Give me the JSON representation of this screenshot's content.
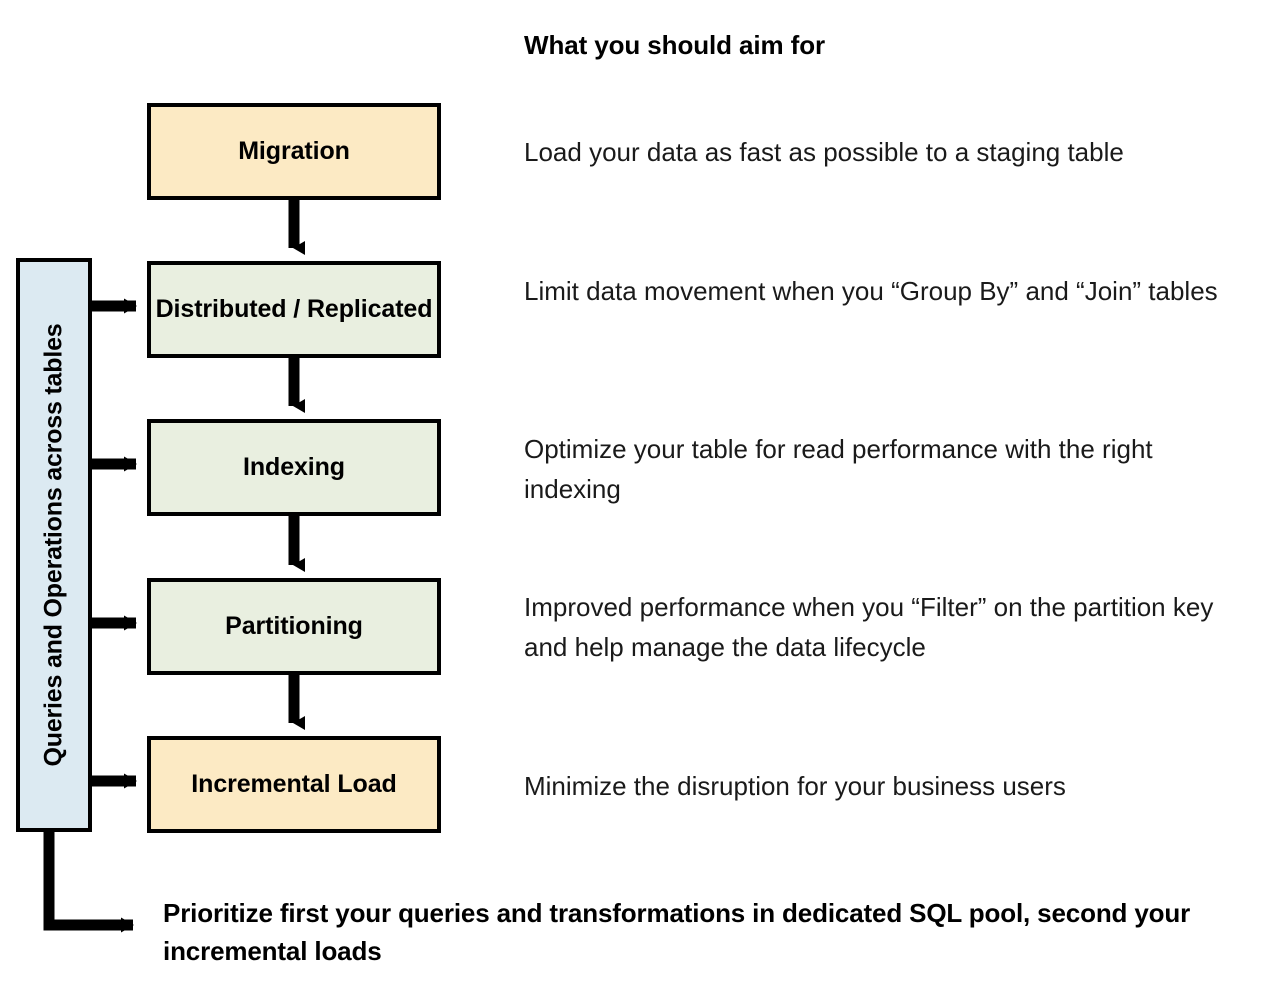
{
  "header": {
    "title": "What you should aim for"
  },
  "side_bar": {
    "label": "Queries and Operations across tables",
    "color": "#DCEAF2"
  },
  "colors": {
    "cream": "#FCEAC4",
    "green": "#E9EFE0",
    "blue": "#DCEAF2",
    "stroke": "#000000"
  },
  "stages": [
    {
      "id": "migration",
      "label": "Migration",
      "fill": "#FCEAC4",
      "description": "Load your data as fast as possible to a staging table",
      "fed_by_side_bar": false
    },
    {
      "id": "distributed",
      "label": "Distributed / Replicated",
      "fill": "#E9EFE0",
      "description": "Limit data movement when you “Group By” and “Join” tables",
      "fed_by_side_bar": true
    },
    {
      "id": "indexing",
      "label": "Indexing",
      "fill": "#E9EFE0",
      "description": "Optimize your table for read performance with the right indexing",
      "fed_by_side_bar": true
    },
    {
      "id": "partitioning",
      "label": "Partitioning",
      "fill": "#E9EFE0",
      "description": "Improved performance when you “Filter” on the partition key and help manage the data lifecycle",
      "fed_by_side_bar": true
    },
    {
      "id": "incremental",
      "label": "Incremental Load",
      "fill": "#FCEAC4",
      "description": "Minimize the disruption for your business users",
      "fed_by_side_bar": true
    }
  ],
  "takeaway": {
    "text": "Prioritize first your queries and transformations in dedicated SQL pool, second your incremental loads"
  },
  "chart_data": {
    "type": "diagram",
    "title": "What you should aim for",
    "orientation": "vertical-flow",
    "nodes": [
      "Migration",
      "Distributed / Replicated",
      "Indexing",
      "Partitioning",
      "Incremental Load"
    ],
    "flow_edges": [
      [
        "Migration",
        "Distributed / Replicated"
      ],
      [
        "Distributed / Replicated",
        "Indexing"
      ],
      [
        "Indexing",
        "Partitioning"
      ],
      [
        "Partitioning",
        "Incremental Load"
      ]
    ],
    "side_bar_edges": [
      [
        "Queries and Operations across tables",
        "Distributed / Replicated"
      ],
      [
        "Queries and Operations across tables",
        "Indexing"
      ],
      [
        "Queries and Operations across tables",
        "Partitioning"
      ],
      [
        "Queries and Operations across tables",
        "Incremental Load"
      ],
      [
        "Queries and Operations across tables",
        "Prioritize first your queries and transformations in dedicated SQL pool, second your incremental loads"
      ]
    ]
  }
}
